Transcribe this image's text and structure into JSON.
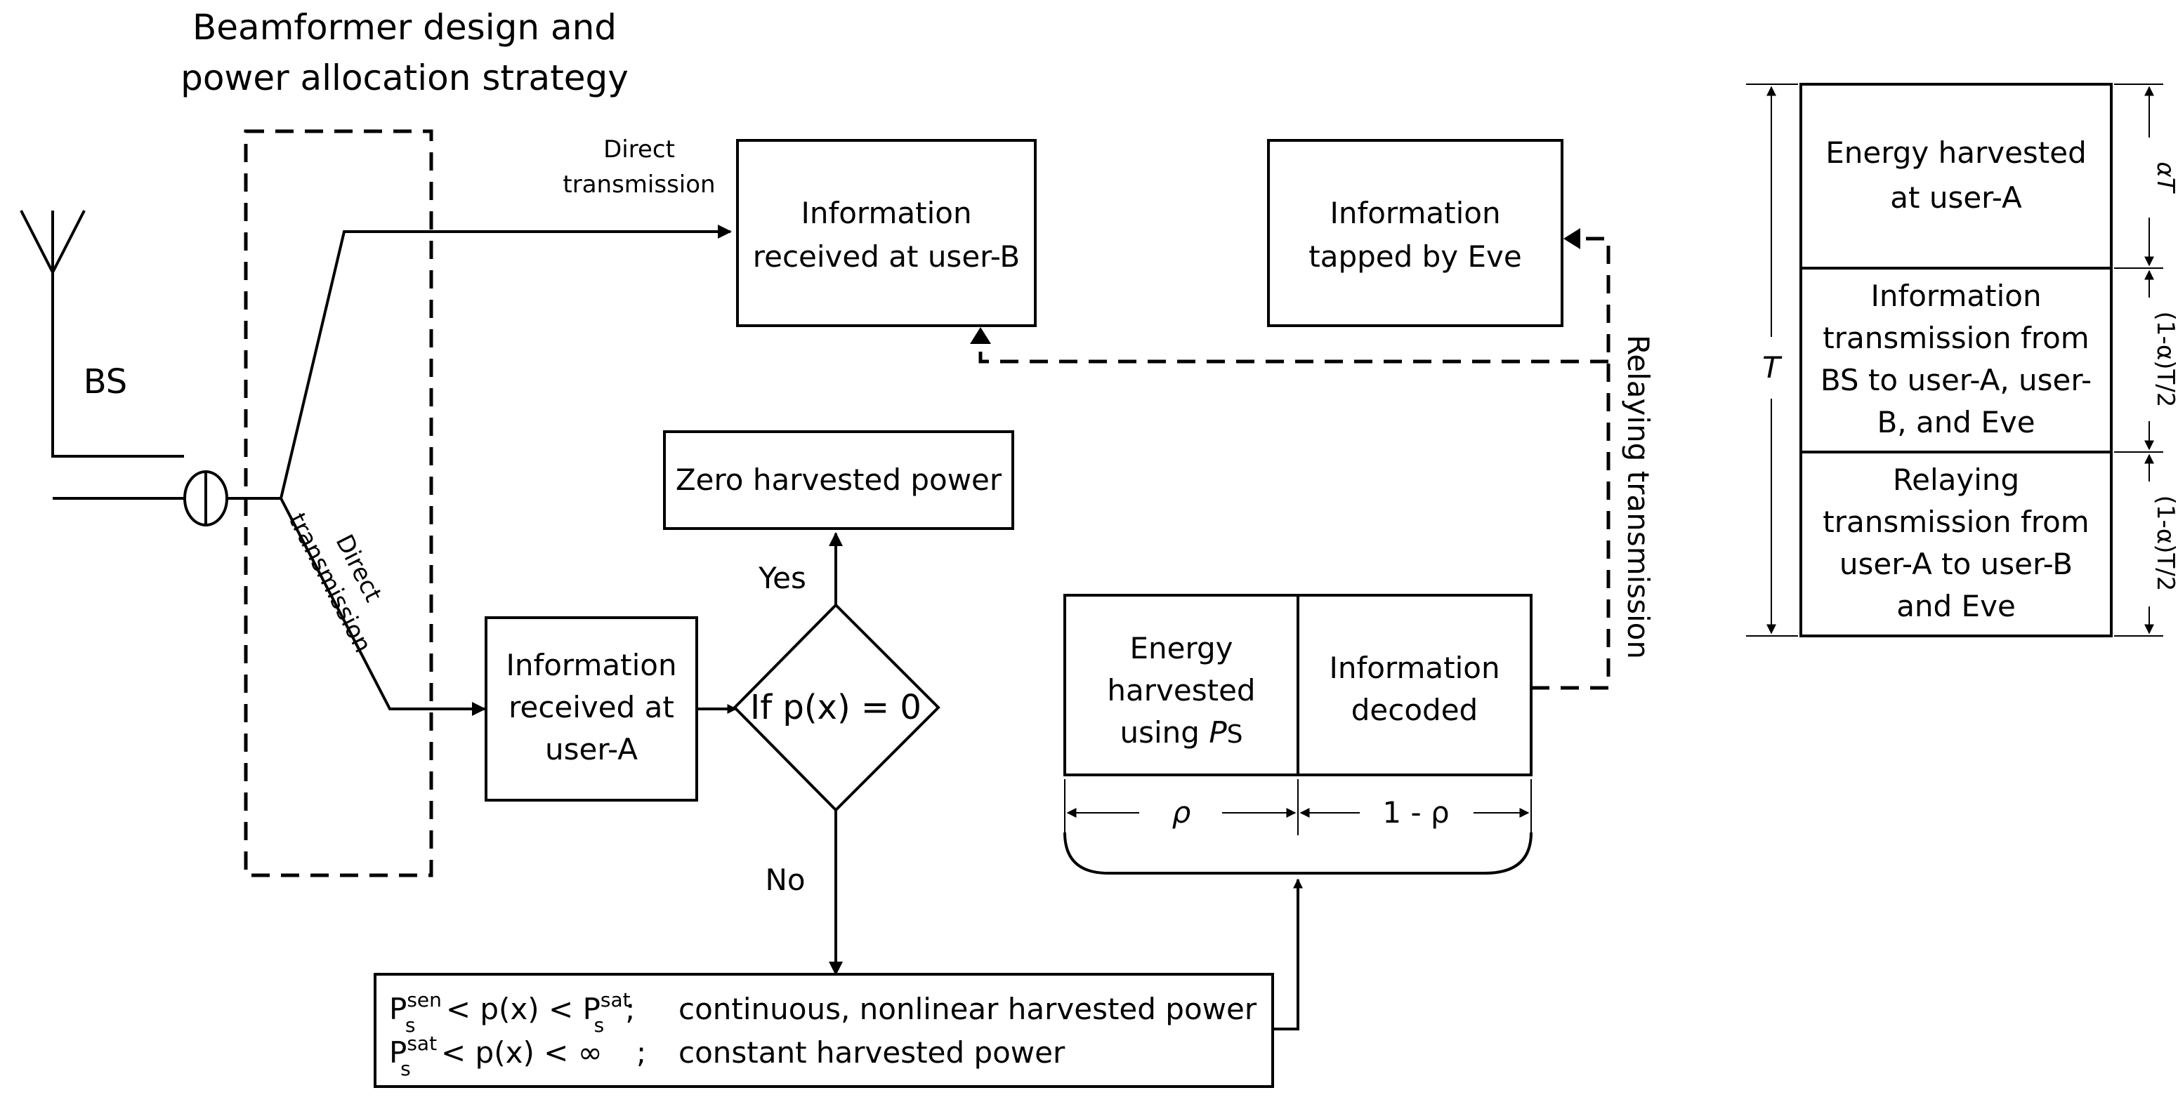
{
  "title": [
    "Beamformer design and",
    "power allocation strategy"
  ],
  "bs_label": "BS",
  "direct_top": [
    "Direct",
    "transmission"
  ],
  "direct_diag": [
    "Direct",
    "transmission"
  ],
  "user_b_box": [
    "Information",
    "received at user-B"
  ],
  "eve_box": [
    "Information",
    "tapped by Eve"
  ],
  "relay_label": "Relaying transmission",
  "zero_box": "Zero harvested power",
  "user_a_box": [
    "Information",
    "received at",
    "user-A"
  ],
  "decision": "If p(x) = 0",
  "yes": "Yes",
  "no": "No",
  "energy_box": {
    "line1": "Energy",
    "line2": "harvested",
    "line3_prefix": "using ",
    "p_letter": "P",
    "p_sub": "S"
  },
  "decoded_box": [
    "Information",
    "decoded"
  ],
  "rho": "ρ",
  "one_minus_rho": "1 - ρ",
  "condition": {
    "row1": {
      "p": "P",
      "sub": "s",
      "sup": "sen",
      "mid": " < p(x) < ",
      "p2": "P",
      "sub2": "s",
      "sup2": "sat",
      "semi": ";",
      "desc": "continuous, nonlinear harvested power"
    },
    "row2": {
      "p": "P",
      "sub": "s",
      "sup": "sat",
      "mid": " < p(x) < ∞",
      "semi": ";",
      "desc": "constant harvested power"
    }
  },
  "frame": {
    "cell1": [
      "Energy harvested",
      "at user-A"
    ],
    "cell2": [
      "Information",
      "transmission from",
      "BS to user-A, user-",
      "B, and Eve"
    ],
    "cell3": [
      "Relaying",
      "transmission from",
      "user-A to user-B",
      "and Eve"
    ],
    "T": "T",
    "alphaT": "αT",
    "half1": "(1-α)T/2",
    "half2": "(1-α)T/2"
  }
}
